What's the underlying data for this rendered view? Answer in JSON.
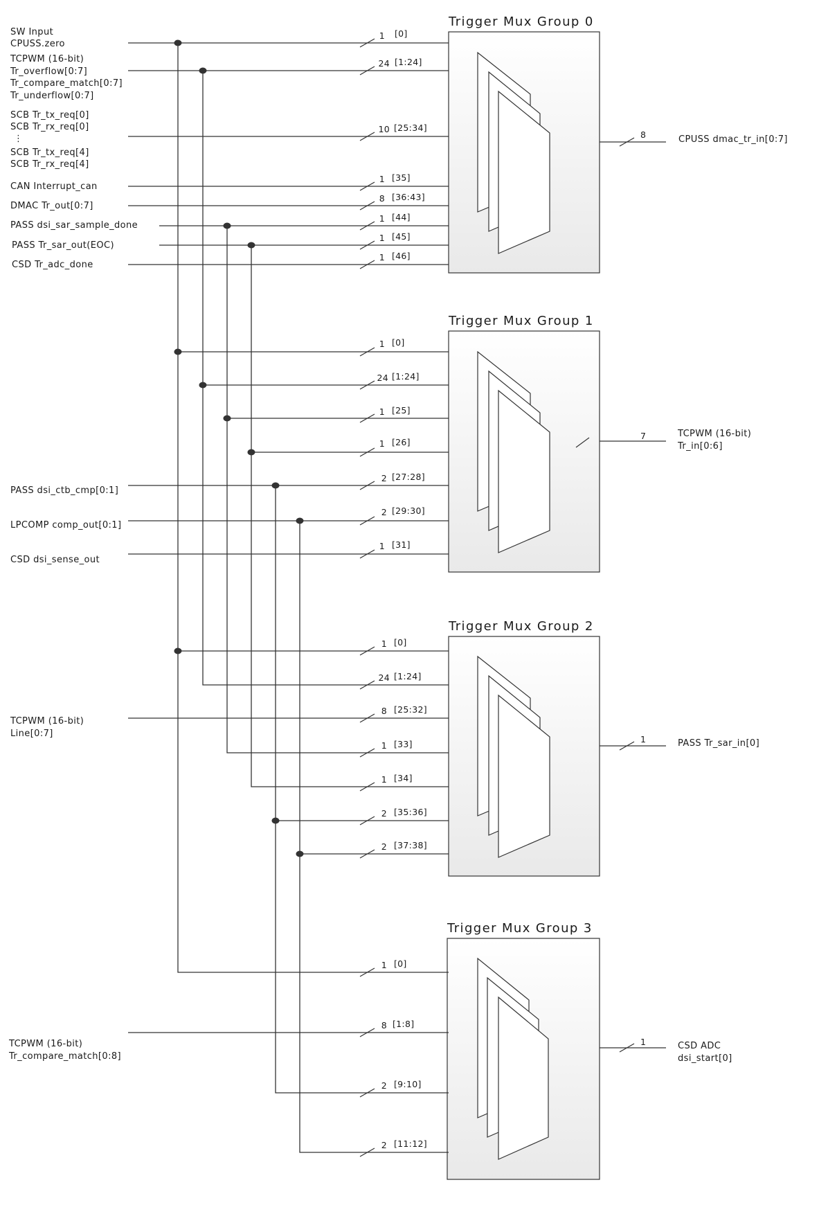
{
  "colors": {
    "line": "#333333",
    "box_fill_top": "#ffffff",
    "box_fill_bottom": "#e9e9e9",
    "text": "#1a1a1a"
  },
  "groups": [
    {
      "title": "Trigger Mux Group 0",
      "output": {
        "count": "8",
        "label": [
          "CPUSS dmac_tr_in[0:7]"
        ]
      },
      "inputs": [
        {
          "count": "1",
          "range": "[0]"
        },
        {
          "count": "24",
          "range": "[1:24]"
        },
        {
          "count": "10",
          "range": "[25:34]"
        },
        {
          "count": "1",
          "range": "[35]"
        },
        {
          "count": "8",
          "range": "[36:43]"
        },
        {
          "count": "1",
          "range": "[44]"
        },
        {
          "count": "1",
          "range": "[45]"
        },
        {
          "count": "1",
          "range": "[46]"
        }
      ]
    },
    {
      "title": "Trigger Mux Group 1",
      "output": {
        "count": "7",
        "label": [
          "TCPWM (16-bit)",
          "Tr_in[0:6]"
        ]
      },
      "inputs": [
        {
          "count": "1",
          "range": "[0]"
        },
        {
          "count": "24",
          "range": "[1:24]"
        },
        {
          "count": "1",
          "range": "[25]"
        },
        {
          "count": "1",
          "range": "[26]"
        },
        {
          "count": "2",
          "range": "[27:28]"
        },
        {
          "count": "2",
          "range": "[29:30]"
        },
        {
          "count": "1",
          "range": "[31]"
        }
      ]
    },
    {
      "title": "Trigger Mux Group 2",
      "output": {
        "count": "1",
        "label": [
          "PASS Tr_sar_in[0]"
        ]
      },
      "inputs": [
        {
          "count": "1",
          "range": "[0]"
        },
        {
          "count": "24",
          "range": "[1:24]"
        },
        {
          "count": "8",
          "range": "[25:32]"
        },
        {
          "count": "1",
          "range": "[33]"
        },
        {
          "count": "1",
          "range": "[34]"
        },
        {
          "count": "2",
          "range": "[35:36]"
        },
        {
          "count": "2",
          "range": "[37:38]"
        }
      ]
    },
    {
      "title": "Trigger Mux Group 3",
      "output": {
        "count": "1",
        "label": [
          "CSD ADC",
          "dsi_start[0]"
        ]
      },
      "inputs": [
        {
          "count": "1",
          "range": "[0]"
        },
        {
          "count": "8",
          "range": "[1:8]"
        },
        {
          "count": "2",
          "range": "[9:10]"
        },
        {
          "count": "2",
          "range": "[11:12]"
        }
      ]
    }
  ],
  "sources": [
    {
      "lines": [
        "SW Input",
        "CPUSS.zero"
      ]
    },
    {
      "lines": [
        "TCPWM (16-bit)",
        "Tr_overflow[0:7]",
        "Tr_compare_match[0:7]",
        "Tr_underflow[0:7]"
      ]
    },
    {
      "lines": [
        "SCB Tr_tx_req[0]",
        "SCB Tr_rx_req[0]",
        "⋮",
        "SCB Tr_tx_req[4]",
        "SCB Tr_rx_req[4]"
      ]
    },
    {
      "lines": [
        "CAN Interrupt_can"
      ]
    },
    {
      "lines": [
        "DMAC Tr_out[0:7]"
      ]
    },
    {
      "lines": [
        "PASS dsi_sar_sample_done"
      ]
    },
    {
      "lines": [
        "PASS Tr_sar_out(EOC)"
      ]
    },
    {
      "lines": [
        "CSD Tr_adc_done"
      ]
    },
    {
      "lines": [
        "PASS dsi_ctb_cmp[0:1]"
      ]
    },
    {
      "lines": [
        "LPCOMP comp_out[0:1]"
      ]
    },
    {
      "lines": [
        "CSD dsi_sense_out"
      ]
    },
    {
      "lines": [
        "TCPWM (16-bit)",
        "Line[0:7]"
      ]
    },
    {
      "lines": [
        "TCPWM (16-bit)",
        "Tr_compare_match[0:8]"
      ]
    }
  ]
}
